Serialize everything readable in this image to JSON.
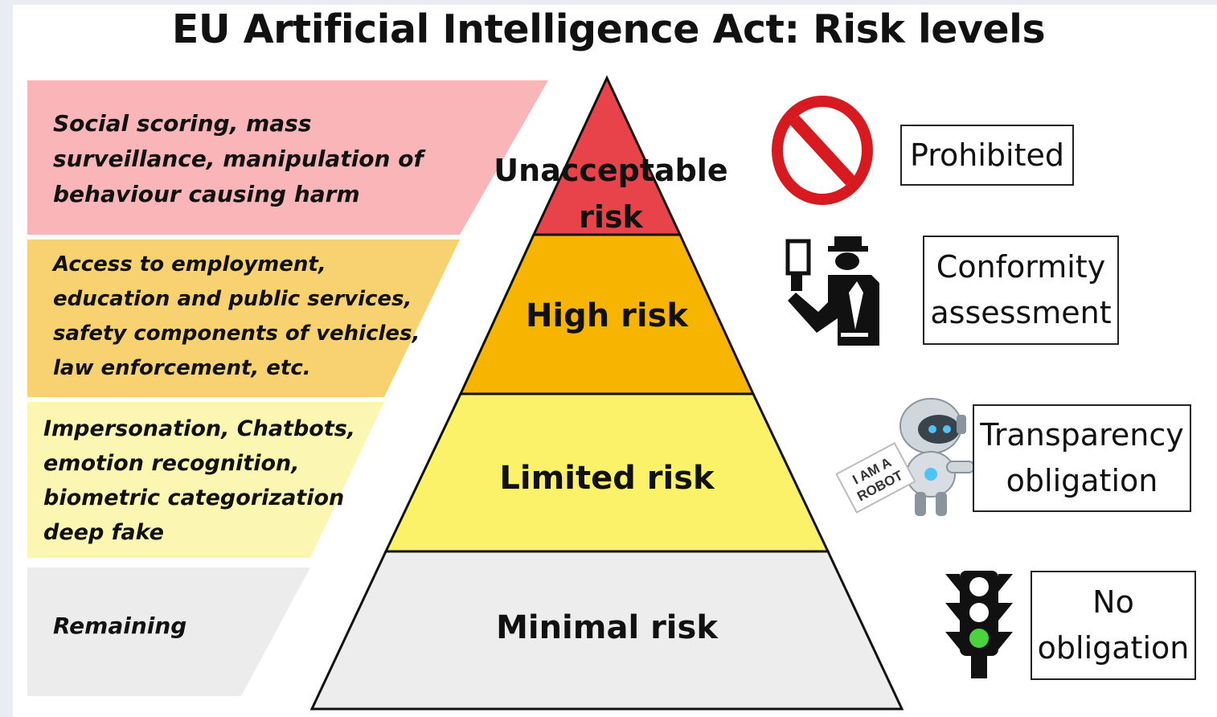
{
  "title": "EU Artificial Intelligence Act: Risk levels",
  "levels": [
    {
      "id": "unacceptable",
      "name_line1": "Unacceptable",
      "name_line2": "risk",
      "description": [
        "Social scoring, mass",
        "surveillance, manipulation of",
        "behaviour causing harm"
      ],
      "obligation": [
        "Prohibited"
      ],
      "icon": "prohibited-sign-icon",
      "color": "#e8434a",
      "band_color": "#f9b5b7"
    },
    {
      "id": "high",
      "name": "High risk",
      "description": [
        "Access to employment,",
        "education and public services,",
        "safety components of vehicles,",
        "law enforcement, etc."
      ],
      "obligation": [
        "Conformity",
        "assessment"
      ],
      "icon": "inspector-icon",
      "color": "#f7b400",
      "band_color": "#f8d271"
    },
    {
      "id": "limited",
      "name": "Limited risk",
      "description": [
        "Impersonation, Chatbots,",
        "emotion recognition,",
        "biometric categorization",
        "deep fake"
      ],
      "obligation": [
        "Transparency",
        "obligation"
      ],
      "icon": "robot-icon",
      "icon_text": [
        "I AM A",
        "ROBOT"
      ],
      "color": "#fbf269",
      "band_color": "#fbf7b2"
    },
    {
      "id": "minimal",
      "name": "Minimal risk",
      "description": [
        "Remaining"
      ],
      "obligation": [
        "No",
        "obligation"
      ],
      "icon": "traffic-light-icon",
      "color": "#ededed",
      "band_color": "#ececec"
    }
  ]
}
